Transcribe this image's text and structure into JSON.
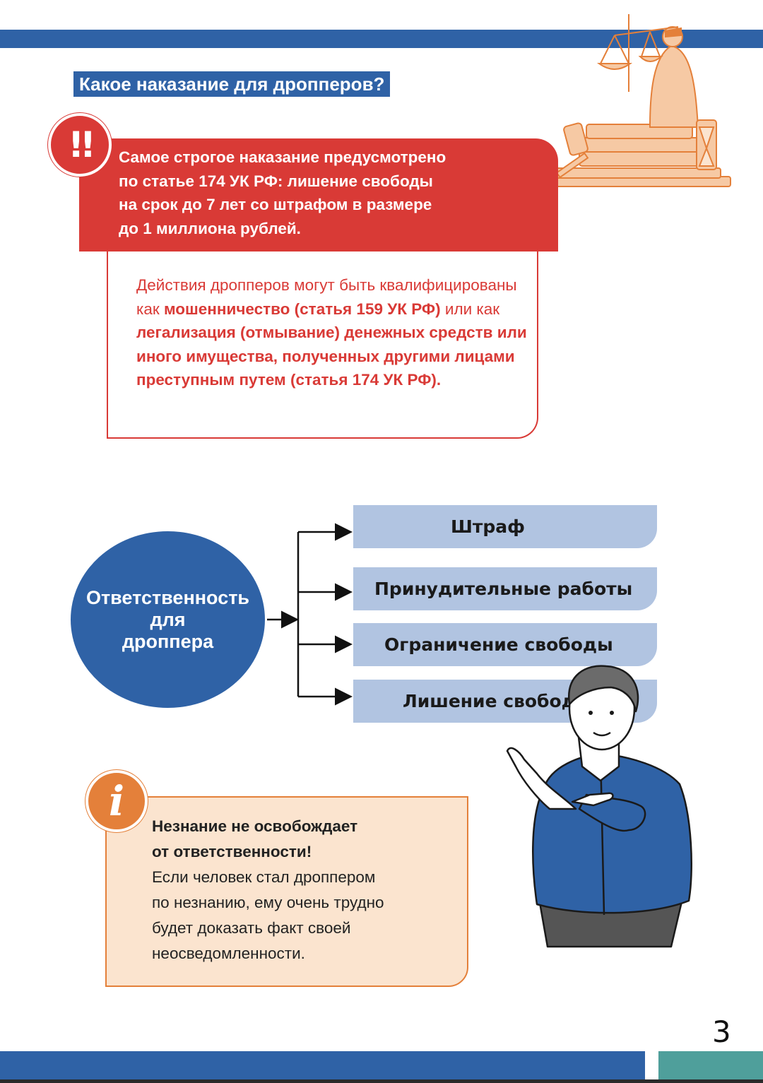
{
  "title": "Какое наказание для дропперов?",
  "warning": {
    "icon": "double-exclamation-icon",
    "lines": [
      "Самое строгое наказание предусмотрено",
      "по статье 174 УК РФ: лишение свободы",
      "на срок до 7 лет со штрафом в размере",
      "до 1 миллиона рублей."
    ]
  },
  "actions": {
    "part1": "Действия дропперов могут быть квалифицированы как ",
    "part2": "мошенничество (статья 159 УК РФ)",
    "part3": " или как ",
    "part4": "легализация (отмывание) денежных средств или иного имущества, полученных другими лицами преступным путем (статья 174 УК РФ)."
  },
  "responsibility": {
    "lines": [
      "Ответственность",
      "для",
      "дроппера"
    ],
    "items": [
      "Штраф",
      "Принудительные работы",
      "Ограничение свободы",
      "Лишение свободы"
    ]
  },
  "info": {
    "icon": "info-icon",
    "icon_glyph": "i",
    "heading_line1": "Незнание не освобождает",
    "heading_line2": "от ответственности!",
    "body_lines": [
      "Если человек стал дроппером",
      "по незнанию, ему очень трудно",
      "будет доказать факт своей",
      "неосведомленности."
    ]
  },
  "page_number": "3",
  "colors": {
    "blue": "#2f62a6",
    "red": "#d93a36",
    "orange": "#e4803a",
    "light_blue": "#b1c4e1",
    "peach": "#fbe4cf",
    "teal": "#4f9f9b"
  }
}
